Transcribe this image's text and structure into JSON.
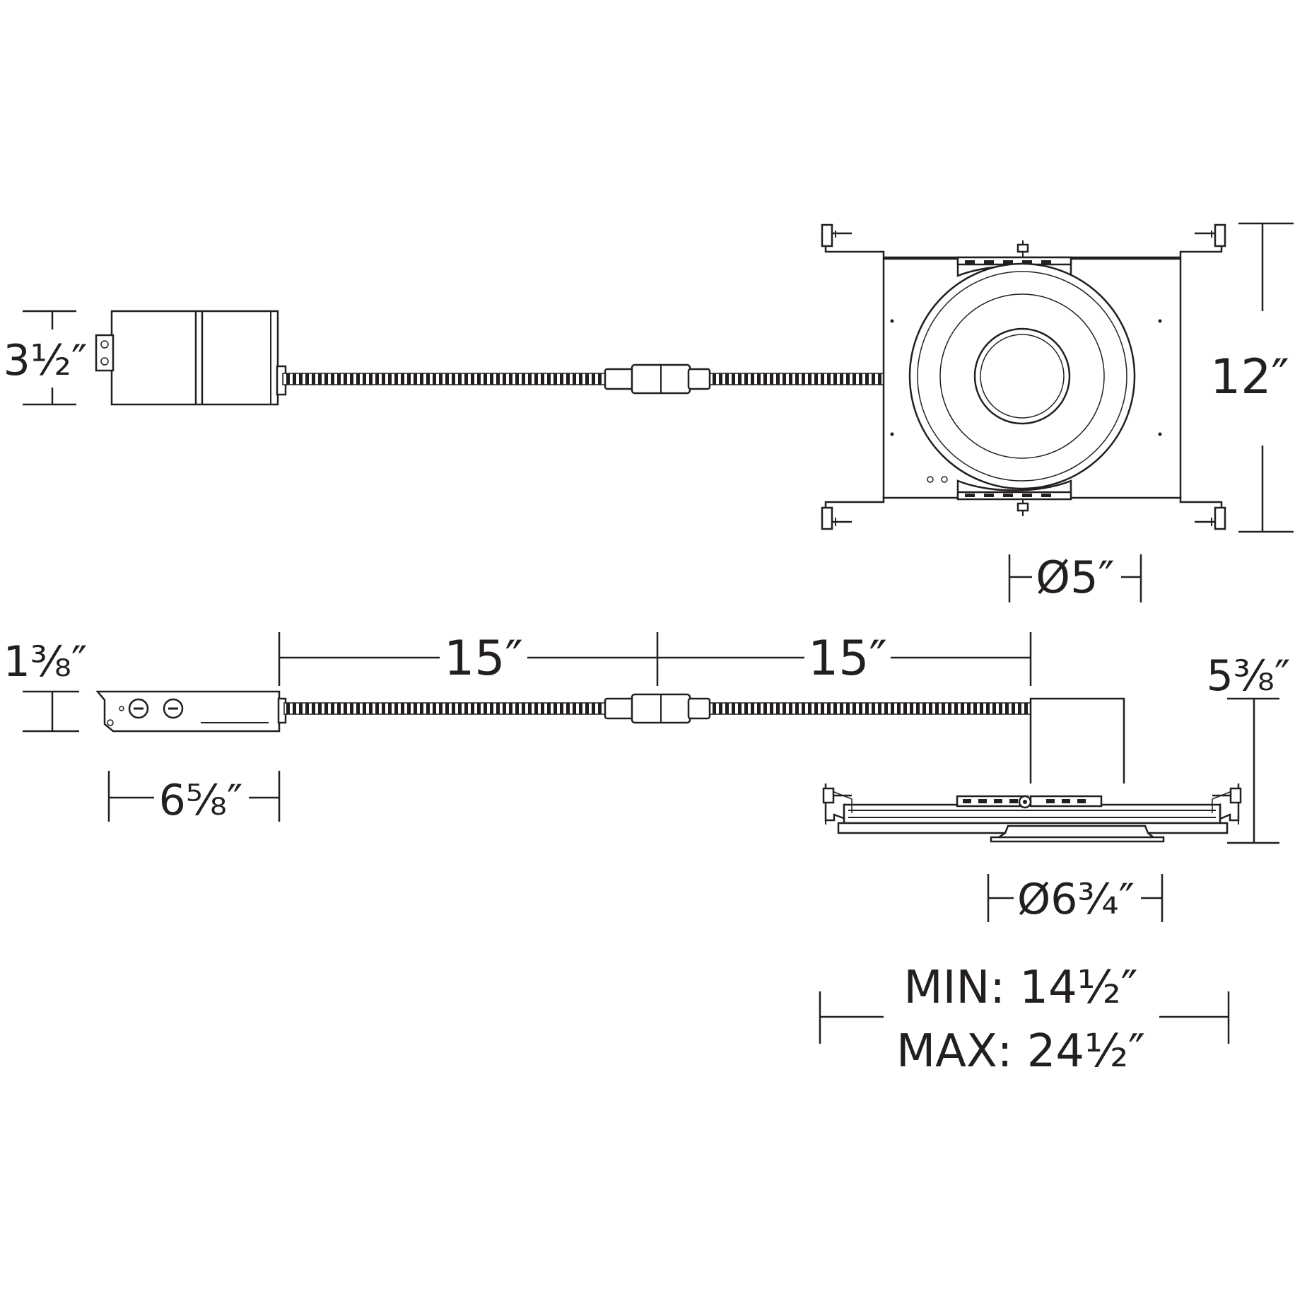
{
  "top_view": {
    "driver_box_height": "3½″",
    "housing_height": "12″",
    "aperture_diameter": "Ø5″"
  },
  "side_view": {
    "driver_box_height": "1⅜″",
    "cable_length_left": "15″",
    "cable_length_right": "15″",
    "housing_height": "5⅜″",
    "driver_box_length": "6⅝″",
    "trim_diameter": "Ø6¾″",
    "bar_hanger_min": "MIN: 14½″",
    "bar_hanger_max": "MAX: 24½″"
  },
  "colors": {
    "line": "#231f20",
    "background": "#ffffff"
  }
}
